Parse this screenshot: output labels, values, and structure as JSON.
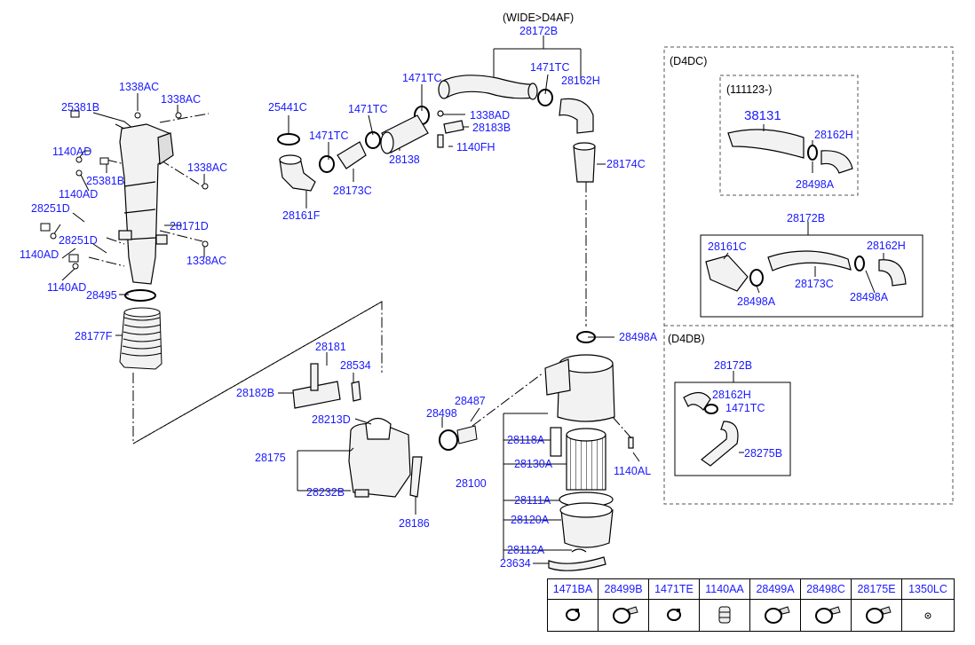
{
  "variants": {
    "wide": "(WIDE>D4AF)",
    "d4dc": "(D4DC)",
    "d4dc_sub": "(111123-)",
    "d4db": "(D4DB)"
  },
  "labels": {
    "p28172B_top": "28172B",
    "p1471TC_a": "1471TC",
    "p1471TC_b": "1471TC",
    "p1471TC_c": "1471TC",
    "p1471TC_d": "1471TC",
    "p28162H_top": "28162H",
    "p25441C": "25441C",
    "p1338AD": "1338AD",
    "p28183B": "28183B",
    "p1140FH": "1140FH",
    "p28138": "28138",
    "p28173C_a": "28173C",
    "p28161F": "28161F",
    "p28174C": "28174C",
    "p1338AC_a": "1338AC",
    "p1338AC_b": "1338AC",
    "p1338AC_c": "1338AC",
    "p1338AC_d": "1338AC",
    "p25381B_a": "25381B",
    "p25381B_b": "25381B",
    "p1140AD_a": "1140AD",
    "p1140AD_b": "1140AD",
    "p1140AD_c": "1140AD",
    "p1140AD_d": "1140AD",
    "p28251D_a": "28251D",
    "p28251D_b": "28251D",
    "p28171D": "28171D",
    "p28495": "28495",
    "p28177F": "28177F",
    "p28181": "28181",
    "p28534": "28534",
    "p28182B": "28182B",
    "p28213D": "28213D",
    "p28175": "28175",
    "p28232B": "28232B",
    "p28186": "28186",
    "p28498": "28498",
    "p28487": "28487",
    "p28498A_main": "28498A",
    "p28118A": "28118A",
    "p28130A": "28130A",
    "p28100": "28100",
    "p28111A": "28111A",
    "p28120A": "28120A",
    "p28112A": "28112A",
    "p23634": "23634",
    "p1140AL": "1140AL",
    "d4dc_38131": "38131",
    "d4dc_28162H": "28162H",
    "d4dc_28498A": "28498A",
    "d4dc2_28172B": "28172B",
    "d4dc2_28161C": "28161C",
    "d4dc2_28162H": "28162H",
    "d4dc2_28498A_a": "28498A",
    "d4dc2_28173C": "28173C",
    "d4dc2_28498A_b": "28498A",
    "d4db_28172B": "28172B",
    "d4db_28162H": "28162H",
    "d4db_1471TC": "1471TC",
    "d4db_28275B": "28275B"
  },
  "parts_table": [
    {
      "code": "1471BA",
      "icon": "clamp-icon"
    },
    {
      "code": "28499B",
      "icon": "hose-clamp-icon"
    },
    {
      "code": "1471TE",
      "icon": "clamp-icon"
    },
    {
      "code": "1140AA",
      "icon": "bushing-icon"
    },
    {
      "code": "28499A",
      "icon": "hose-clamp-icon"
    },
    {
      "code": "28498C",
      "icon": "hose-clamp-icon"
    },
    {
      "code": "28175E",
      "icon": "hose-clamp-icon"
    },
    {
      "code": "1350LC",
      "icon": "nut-icon"
    }
  ],
  "colors": {
    "label": "#1a1aff",
    "line": "#000000",
    "part_fill": "#f2f2f2"
  }
}
